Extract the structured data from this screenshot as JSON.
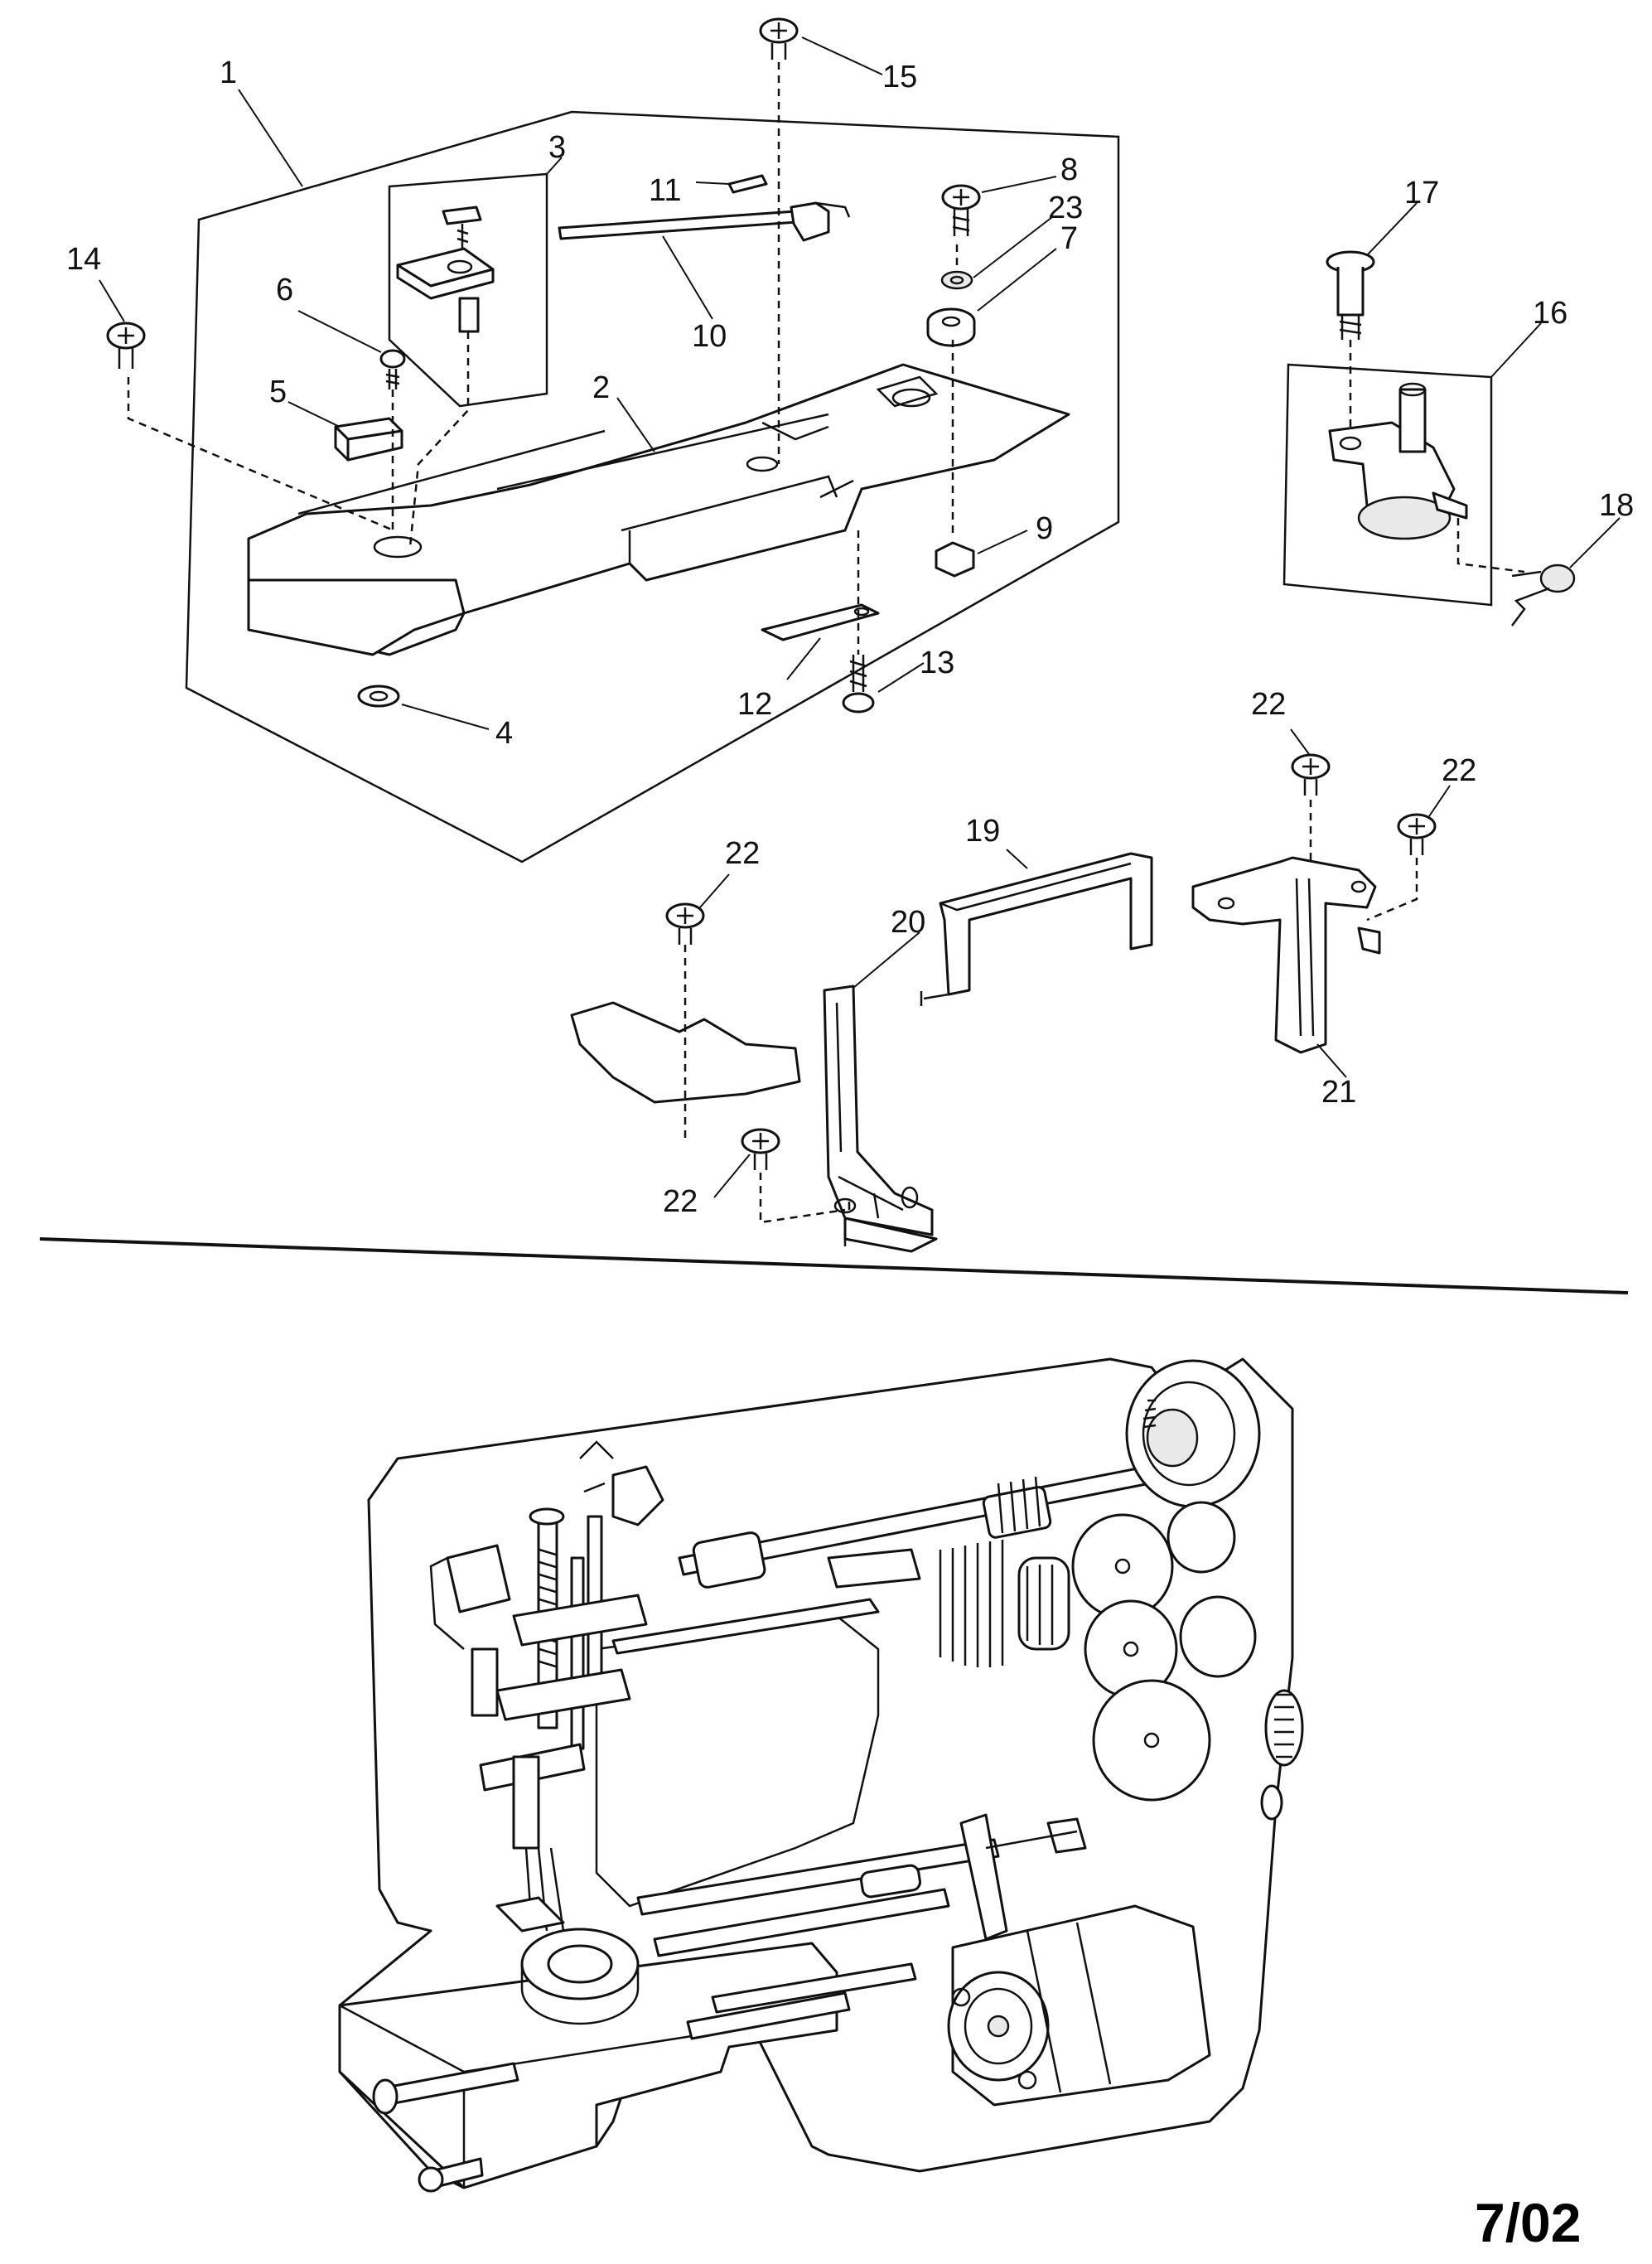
{
  "callouts": [
    {
      "id": "1",
      "label": "1"
    },
    {
      "id": "2",
      "label": "2"
    },
    {
      "id": "3",
      "label": "3"
    },
    {
      "id": "4",
      "label": "4"
    },
    {
      "id": "5",
      "label": "5"
    },
    {
      "id": "6",
      "label": "6"
    },
    {
      "id": "7",
      "label": "7"
    },
    {
      "id": "8",
      "label": "8"
    },
    {
      "id": "9",
      "label": "9"
    },
    {
      "id": "10",
      "label": "10"
    },
    {
      "id": "11",
      "label": "11"
    },
    {
      "id": "12",
      "label": "12"
    },
    {
      "id": "13",
      "label": "13"
    },
    {
      "id": "14",
      "label": "14"
    },
    {
      "id": "15",
      "label": "15"
    },
    {
      "id": "16",
      "label": "16"
    },
    {
      "id": "17",
      "label": "17"
    },
    {
      "id": "18",
      "label": "18"
    },
    {
      "id": "19",
      "label": "19"
    },
    {
      "id": "20",
      "label": "20"
    },
    {
      "id": "21",
      "label": "21"
    },
    {
      "id": "22a",
      "label": "22"
    },
    {
      "id": "22b",
      "label": "22"
    },
    {
      "id": "22c",
      "label": "22"
    },
    {
      "id": "22d",
      "label": "22"
    },
    {
      "id": "23",
      "label": "23"
    }
  ],
  "sheet_label": "7/02"
}
